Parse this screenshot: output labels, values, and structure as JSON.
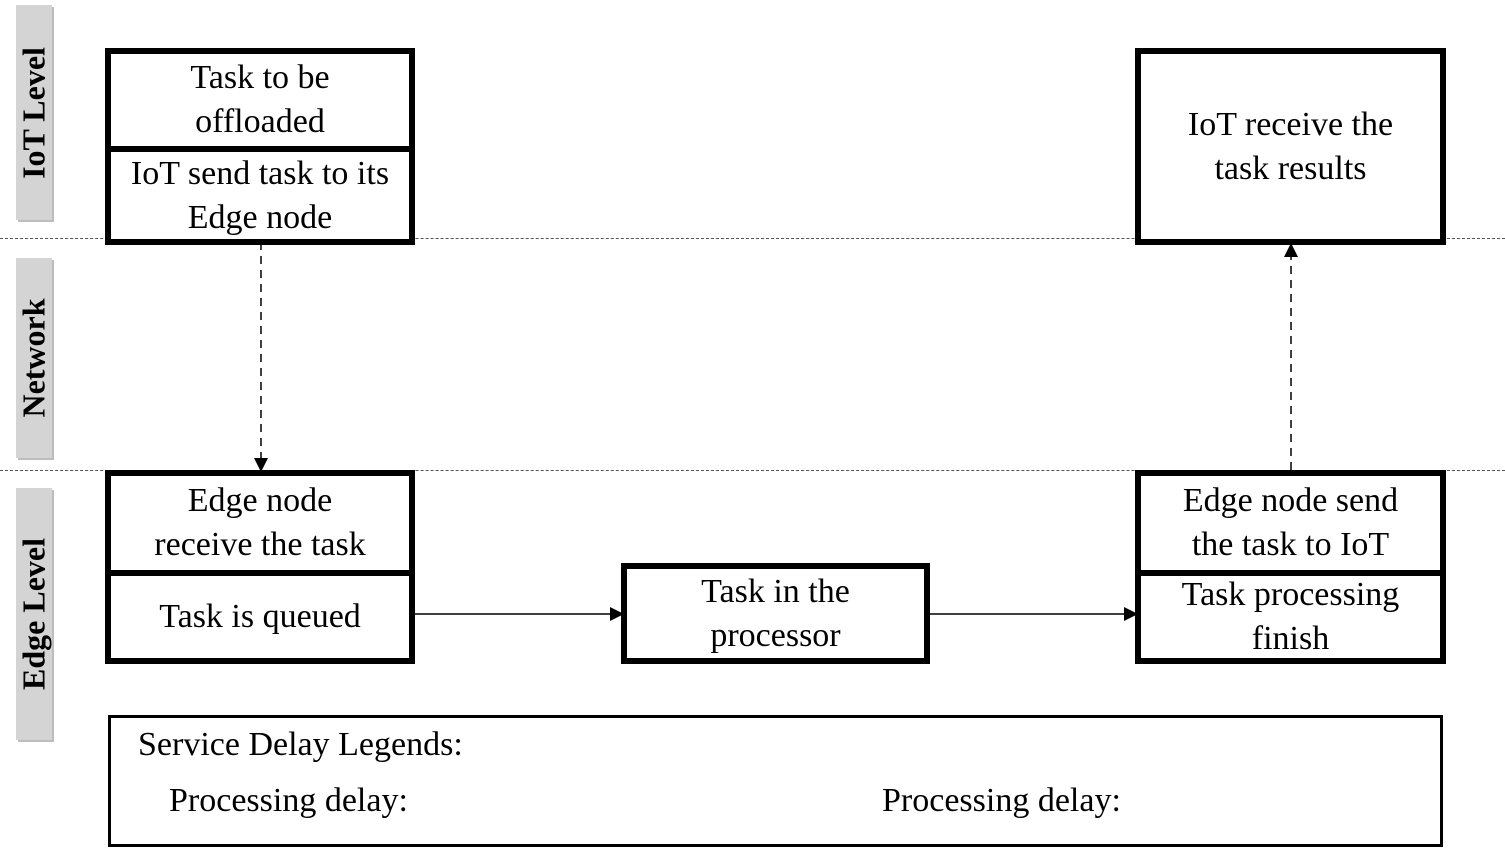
{
  "levels": {
    "iot": "IoT Level",
    "network": "Network",
    "edge": "Edge Level"
  },
  "boxes": {
    "task_offloaded": "Task to be offloaded",
    "iot_send": "IoT send task to its Edge node",
    "iot_receive": "IoT receive the task results",
    "edge_receive": "Edge node receive the task",
    "task_queued": "Task is queued",
    "task_processor": "Task in the processor",
    "edge_send": "Edge node send the task to IoT",
    "task_finish": "Task processing finish"
  },
  "legend": {
    "title": "Service Delay Legends:",
    "solid_label": "Processing delay:",
    "dashed_label": "Processing delay:"
  }
}
